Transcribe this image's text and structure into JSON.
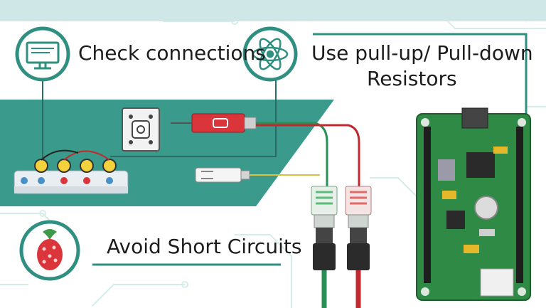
{
  "tips": [
    {
      "id": "check",
      "label": "Check connections",
      "icon": "monitor-icon"
    },
    {
      "id": "pull",
      "label_line1": "Use pull-up/ Pull-down",
      "label_line2": "Resistors",
      "icon": "atom-icon"
    },
    {
      "id": "short",
      "label": "Avoid Short Circuits",
      "icon": "raspberry-icon"
    }
  ],
  "colors": {
    "teal": "#2f8f80",
    "teal_band": "#3a9a8c",
    "pcb_green": "#2f8a45",
    "red": "#d9353b",
    "usb_white": "#f5f5f5"
  }
}
